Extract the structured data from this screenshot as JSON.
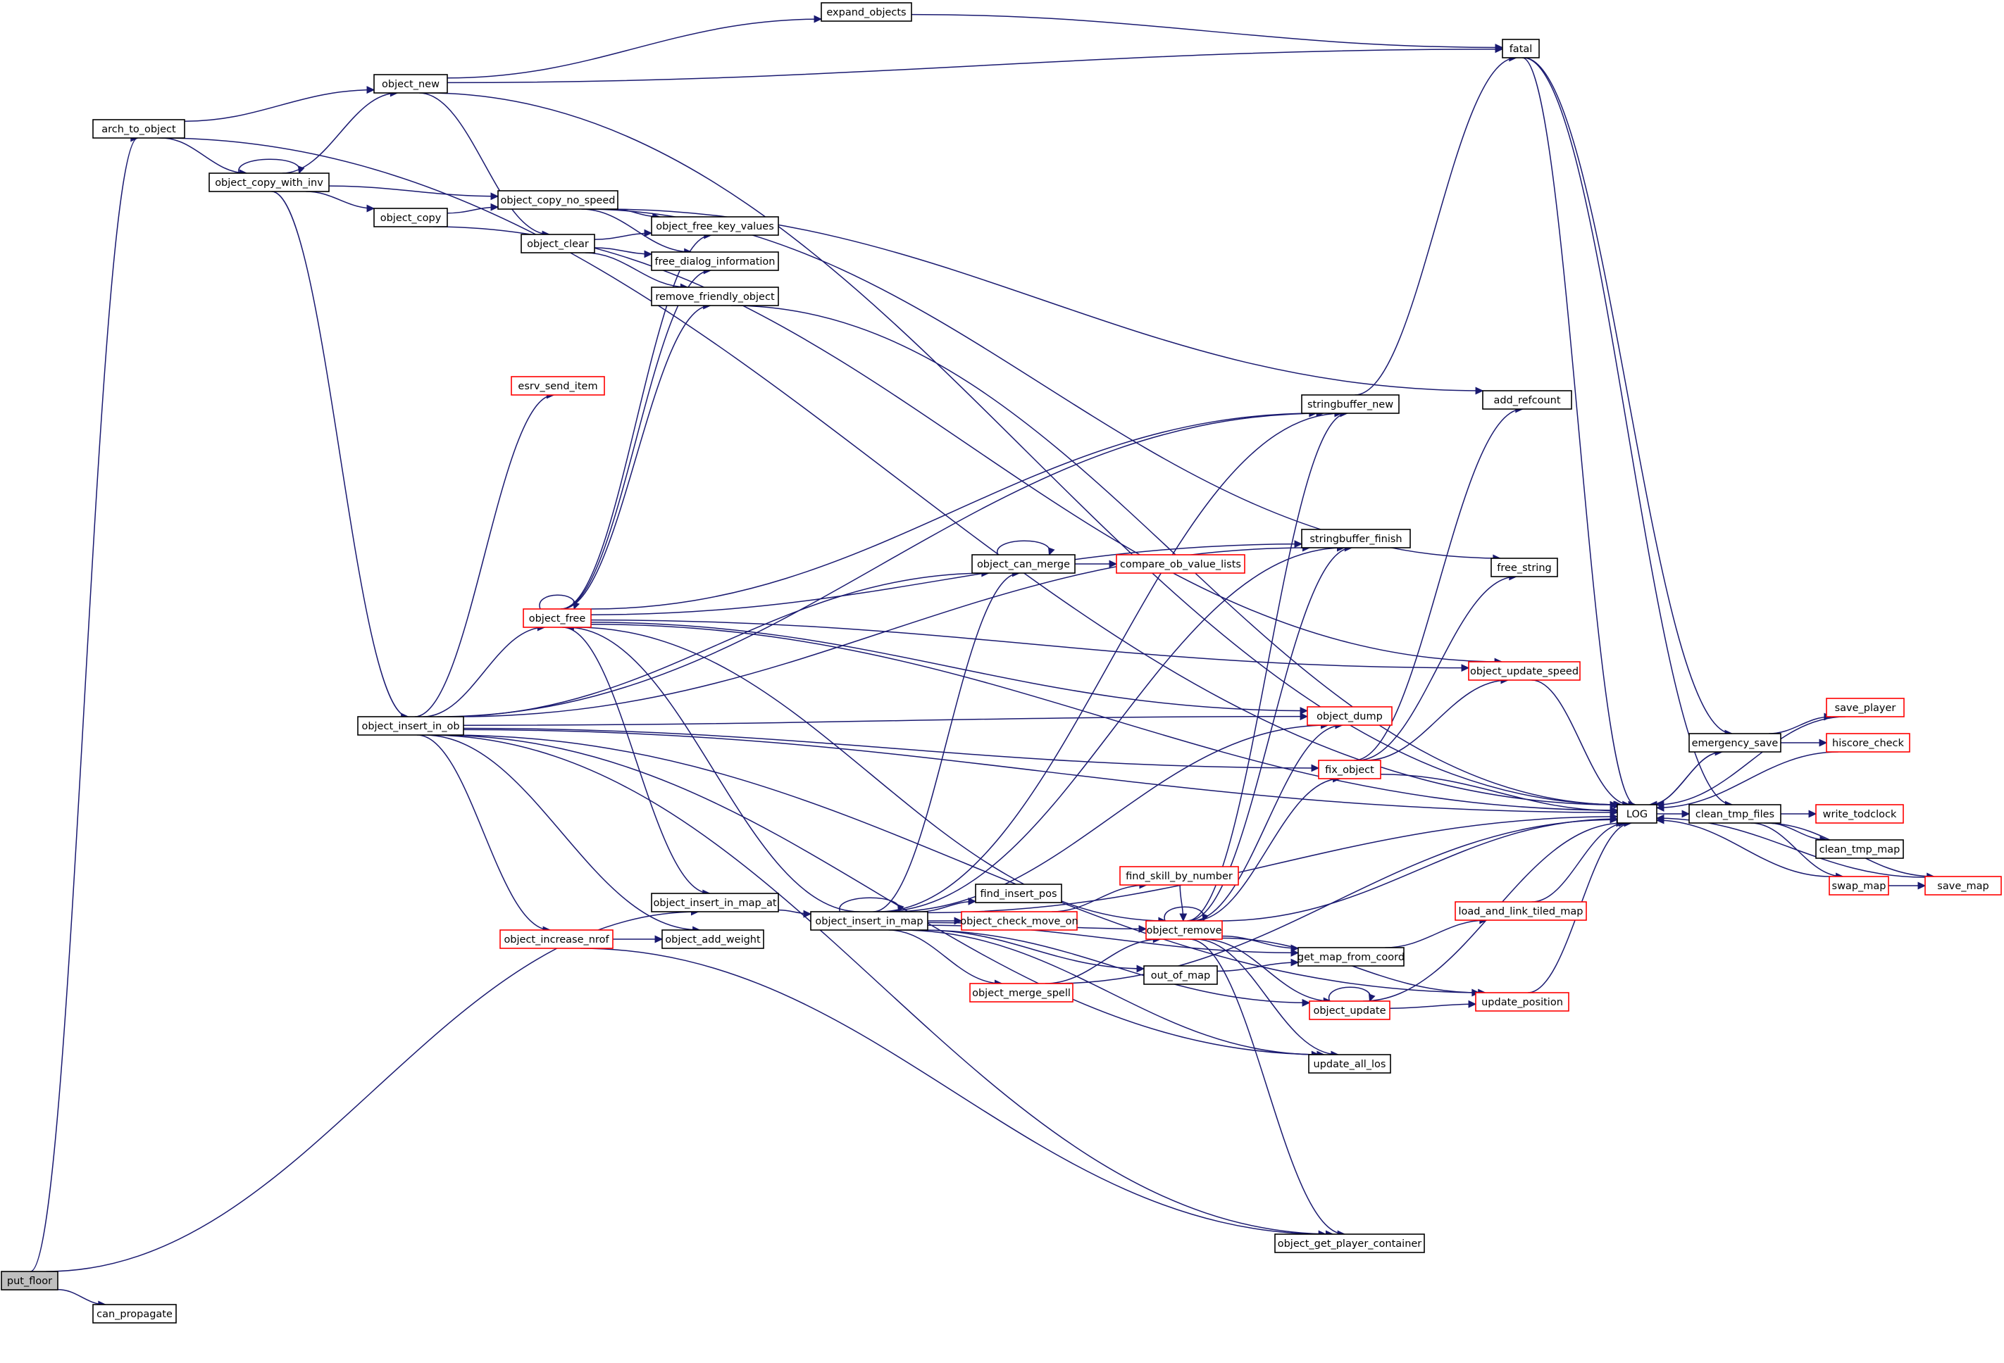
{
  "colors": {
    "edge": "#191970",
    "node_border_normal": "#000000",
    "node_border_truncated": "#ff0000",
    "node_fill_root": "#bfbfbf",
    "node_fill": "#ffffff"
  },
  "nodes": {
    "put_floor": {
      "label": "put_floor",
      "style": "root"
    },
    "can_propagate": {
      "label": "can_propagate",
      "style": "normal"
    },
    "arch_to_object": {
      "label": "arch_to_object",
      "style": "normal"
    },
    "object_new": {
      "label": "object_new",
      "style": "normal"
    },
    "expand_objects": {
      "label": "expand_objects",
      "style": "normal"
    },
    "fatal": {
      "label": "fatal",
      "style": "normal"
    },
    "object_copy_with_inv": {
      "label": "object_copy_with_inv",
      "style": "normal"
    },
    "object_copy": {
      "label": "object_copy",
      "style": "normal"
    },
    "object_copy_no_speed": {
      "label": "object_copy_no_speed",
      "style": "normal"
    },
    "object_clear": {
      "label": "object_clear",
      "style": "normal"
    },
    "object_free_key_values": {
      "label": "object_free_key_values",
      "style": "normal"
    },
    "free_dialog_information": {
      "label": "free_dialog_information",
      "style": "normal"
    },
    "remove_friendly_object": {
      "label": "remove_friendly_object",
      "style": "normal"
    },
    "esrv_send_item": {
      "label": "esrv_send_item",
      "style": "truncated"
    },
    "stringbuffer_new": {
      "label": "stringbuffer_new",
      "style": "normal"
    },
    "add_refcount": {
      "label": "add_refcount",
      "style": "normal"
    },
    "object_can_merge": {
      "label": "object_can_merge",
      "style": "normal"
    },
    "compare_ob_value_lists": {
      "label": "compare_ob_value_lists",
      "style": "truncated"
    },
    "stringbuffer_finish": {
      "label": "stringbuffer_finish",
      "style": "normal"
    },
    "free_string": {
      "label": "free_string",
      "style": "normal"
    },
    "object_free": {
      "label": "object_free",
      "style": "truncated"
    },
    "object_update_speed": {
      "label": "object_update_speed",
      "style": "truncated"
    },
    "object_dump": {
      "label": "object_dump",
      "style": "truncated"
    },
    "object_insert_in_ob": {
      "label": "object_insert_in_ob",
      "style": "normal"
    },
    "fix_object": {
      "label": "fix_object",
      "style": "truncated"
    },
    "save_player": {
      "label": "save_player",
      "style": "truncated"
    },
    "emergency_save": {
      "label": "emergency_save",
      "style": "normal"
    },
    "hiscore_check": {
      "label": "hiscore_check",
      "style": "truncated"
    },
    "LOG": {
      "label": "LOG",
      "style": "normal"
    },
    "clean_tmp_files": {
      "label": "clean_tmp_files",
      "style": "normal"
    },
    "write_todclock": {
      "label": "write_todclock",
      "style": "truncated"
    },
    "clean_tmp_map": {
      "label": "clean_tmp_map",
      "style": "normal"
    },
    "swap_map": {
      "label": "swap_map",
      "style": "truncated"
    },
    "save_map": {
      "label": "save_map",
      "style": "truncated"
    },
    "find_skill_by_number": {
      "label": "find_skill_by_number",
      "style": "truncated"
    },
    "find_insert_pos": {
      "label": "find_insert_pos",
      "style": "normal"
    },
    "object_insert_in_map_at": {
      "label": "object_insert_in_map_at",
      "style": "normal"
    },
    "object_insert_in_map": {
      "label": "object_insert_in_map",
      "style": "normal"
    },
    "object_check_move_on": {
      "label": "object_check_move_on",
      "style": "truncated"
    },
    "object_remove": {
      "label": "object_remove",
      "style": "truncated"
    },
    "load_and_link_tiled_map": {
      "label": "load_and_link_tiled_map",
      "style": "truncated"
    },
    "object_increase_nrof": {
      "label": "object_increase_nrof",
      "style": "truncated"
    },
    "object_add_weight": {
      "label": "object_add_weight",
      "style": "normal"
    },
    "get_map_from_coord": {
      "label": "get_map_from_coord",
      "style": "normal"
    },
    "object_merge_spell": {
      "label": "object_merge_spell",
      "style": "truncated"
    },
    "out_of_map": {
      "label": "out_of_map",
      "style": "normal"
    },
    "object_update": {
      "label": "object_update",
      "style": "truncated"
    },
    "update_position": {
      "label": "update_position",
      "style": "truncated"
    },
    "update_all_los": {
      "label": "update_all_los",
      "style": "normal"
    },
    "object_get_player_container": {
      "label": "object_get_player_container",
      "style": "normal"
    }
  },
  "edges": [
    [
      "put_floor",
      "arch_to_object"
    ],
    [
      "put_floor",
      "object_insert_in_map_at"
    ],
    [
      "put_floor",
      "can_propagate"
    ],
    [
      "arch_to_object",
      "object_new"
    ],
    [
      "arch_to_object",
      "object_copy_with_inv"
    ],
    [
      "arch_to_object",
      "LOG"
    ],
    [
      "object_new",
      "expand_objects"
    ],
    [
      "object_new",
      "fatal"
    ],
    [
      "object_new",
      "LOG"
    ],
    [
      "object_new",
      "object_clear"
    ],
    [
      "expand_objects",
      "fatal"
    ],
    [
      "fatal",
      "LOG"
    ],
    [
      "fatal",
      "emergency_save"
    ],
    [
      "fatal",
      "clean_tmp_files"
    ],
    [
      "object_copy_with_inv",
      "object_copy_with_inv"
    ],
    [
      "object_copy_with_inv",
      "object_new"
    ],
    [
      "object_copy_with_inv",
      "object_copy"
    ],
    [
      "object_copy_with_inv",
      "object_copy_no_speed"
    ],
    [
      "object_copy_with_inv",
      "object_insert_in_ob"
    ],
    [
      "object_copy",
      "object_copy_no_speed"
    ],
    [
      "object_copy",
      "object_update_speed"
    ],
    [
      "object_copy_no_speed",
      "object_free_key_values"
    ],
    [
      "object_copy_no_speed",
      "free_dialog_information"
    ],
    [
      "object_copy_no_speed",
      "add_refcount"
    ],
    [
      "object_copy_no_speed",
      "free_string"
    ],
    [
      "object_clear",
      "object_free_key_values"
    ],
    [
      "object_clear",
      "free_dialog_information"
    ],
    [
      "object_clear",
      "remove_friendly_object"
    ],
    [
      "remove_friendly_object",
      "LOG"
    ],
    [
      "stringbuffer_new",
      "fatal"
    ],
    [
      "object_can_merge",
      "object_can_merge"
    ],
    [
      "object_can_merge",
      "compare_ob_value_lists"
    ],
    [
      "object_free",
      "object_free"
    ],
    [
      "object_free",
      "object_free_key_values"
    ],
    [
      "object_free",
      "free_dialog_information"
    ],
    [
      "object_free",
      "remove_friendly_object"
    ],
    [
      "object_free",
      "stringbuffer_new"
    ],
    [
      "object_free",
      "stringbuffer_finish"
    ],
    [
      "object_free",
      "object_update_speed"
    ],
    [
      "object_free",
      "object_dump"
    ],
    [
      "object_free",
      "LOG"
    ],
    [
      "object_free",
      "object_insert_in_map_at"
    ],
    [
      "object_free",
      "object_remove"
    ],
    [
      "object_update_speed",
      "LOG"
    ],
    [
      "object_insert_in_ob",
      "esrv_send_item"
    ],
    [
      "object_insert_in_ob",
      "stringbuffer_new"
    ],
    [
      "object_insert_in_ob",
      "object_can_merge"
    ],
    [
      "object_insert_in_ob",
      "stringbuffer_finish"
    ],
    [
      "object_insert_in_ob",
      "object_free"
    ],
    [
      "object_insert_in_ob",
      "object_dump"
    ],
    [
      "object_insert_in_ob",
      "fix_object"
    ],
    [
      "object_insert_in_ob",
      "object_increase_nrof"
    ],
    [
      "object_insert_in_ob",
      "object_add_weight"
    ],
    [
      "object_insert_in_ob",
      "update_all_los"
    ],
    [
      "object_insert_in_ob",
      "object_get_player_container"
    ],
    [
      "object_insert_in_ob",
      "update_position"
    ],
    [
      "object_insert_in_ob",
      "LOG"
    ],
    [
      "fix_object",
      "add_refcount"
    ],
    [
      "fix_object",
      "free_string"
    ],
    [
      "fix_object",
      "object_update_speed"
    ],
    [
      "fix_object",
      "LOG"
    ],
    [
      "save_player",
      "LOG"
    ],
    [
      "emergency_save",
      "save_player"
    ],
    [
      "emergency_save",
      "hiscore_check"
    ],
    [
      "emergency_save",
      "LOG"
    ],
    [
      "hiscore_check",
      "LOG"
    ],
    [
      "LOG",
      "emergency_save"
    ],
    [
      "LOG",
      "clean_tmp_files"
    ],
    [
      "clean_tmp_files",
      "write_todclock"
    ],
    [
      "clean_tmp_files",
      "clean_tmp_map"
    ],
    [
      "clean_tmp_files",
      "swap_map"
    ],
    [
      "clean_tmp_files",
      "save_map"
    ],
    [
      "swap_map",
      "save_map"
    ],
    [
      "swap_map",
      "LOG"
    ],
    [
      "save_map",
      "LOG"
    ],
    [
      "find_skill_by_number",
      "object_remove"
    ],
    [
      "object_insert_in_map_at",
      "object_insert_in_map"
    ],
    [
      "object_insert_in_map",
      "object_insert_in_map"
    ],
    [
      "object_insert_in_map",
      "object_free"
    ],
    [
      "object_insert_in_map",
      "stringbuffer_new"
    ],
    [
      "object_insert_in_map",
      "object_can_merge"
    ],
    [
      "object_insert_in_map",
      "stringbuffer_finish"
    ],
    [
      "object_insert_in_map",
      "object_dump"
    ],
    [
      "object_insert_in_map",
      "find_insert_pos"
    ],
    [
      "object_insert_in_map",
      "object_check_move_on"
    ],
    [
      "object_insert_in_map",
      "object_remove"
    ],
    [
      "object_insert_in_map",
      "object_merge_spell"
    ],
    [
      "object_insert_in_map",
      "out_of_map"
    ],
    [
      "object_insert_in_map",
      "get_map_from_coord"
    ],
    [
      "object_insert_in_map",
      "object_update"
    ],
    [
      "object_insert_in_map",
      "update_all_los"
    ],
    [
      "object_insert_in_map",
      "LOG"
    ],
    [
      "object_check_move_on",
      "find_skill_by_number"
    ],
    [
      "object_remove",
      "object_remove"
    ],
    [
      "object_remove",
      "stringbuffer_new"
    ],
    [
      "object_remove",
      "stringbuffer_finish"
    ],
    [
      "object_remove",
      "object_dump"
    ],
    [
      "object_remove",
      "fix_object"
    ],
    [
      "object_remove",
      "LOG"
    ],
    [
      "object_remove",
      "get_map_from_coord"
    ],
    [
      "object_remove",
      "object_update"
    ],
    [
      "object_remove",
      "update_position"
    ],
    [
      "object_remove",
      "update_all_los"
    ],
    [
      "object_remove",
      "object_get_player_container"
    ],
    [
      "load_and_link_tiled_map",
      "LOG"
    ],
    [
      "object_increase_nrof",
      "object_add_weight"
    ],
    [
      "object_increase_nrof",
      "object_get_player_container"
    ],
    [
      "get_map_from_coord",
      "load_and_link_tiled_map"
    ],
    [
      "object_merge_spell",
      "object_remove"
    ],
    [
      "object_merge_spell",
      "LOG"
    ],
    [
      "out_of_map",
      "get_map_from_coord"
    ],
    [
      "object_update",
      "object_update"
    ],
    [
      "object_update",
      "update_position"
    ],
    [
      "object_update",
      "LOG"
    ],
    [
      "update_position",
      "LOG"
    ]
  ]
}
